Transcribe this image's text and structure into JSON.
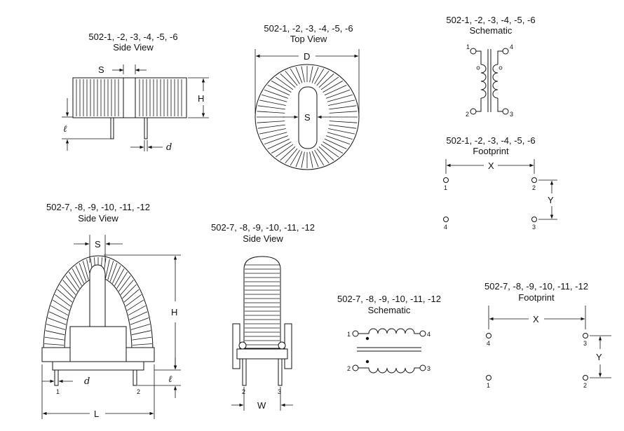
{
  "captions": {
    "side_a": [
      "502-1, -2, -3, -4, -5, -6",
      "Side View"
    ],
    "top_a": [
      "502-1, -2, -3, -4, -5, -6",
      "Top View"
    ],
    "schem_a": [
      "502-1, -2, -3, -4, -5, -6",
      "Schematic"
    ],
    "foot_a": [
      "502-1, -2, -3, -4, -5, -6",
      "Footprint"
    ],
    "side_b": [
      "502-7, -8, -9, -10, -11, -12",
      "Side View"
    ],
    "side_c": [
      "502-7, -8, -9, -10, -11, -12",
      "Side View"
    ],
    "schem_b": [
      "502-7, -8, -9, -10, -11, -12",
      "Schematic"
    ],
    "foot_b": [
      "502-7, -8, -9, -10, -11, -12",
      "Footprint"
    ]
  },
  "dims": {
    "S": "S",
    "H": "H",
    "D": "D",
    "X": "X",
    "Y": "Y",
    "L": "L",
    "W": "W",
    "l": "ℓ",
    "d": "d"
  },
  "pins": {
    "p1": "1",
    "p2": "2",
    "p3": "3",
    "p4": "4"
  }
}
